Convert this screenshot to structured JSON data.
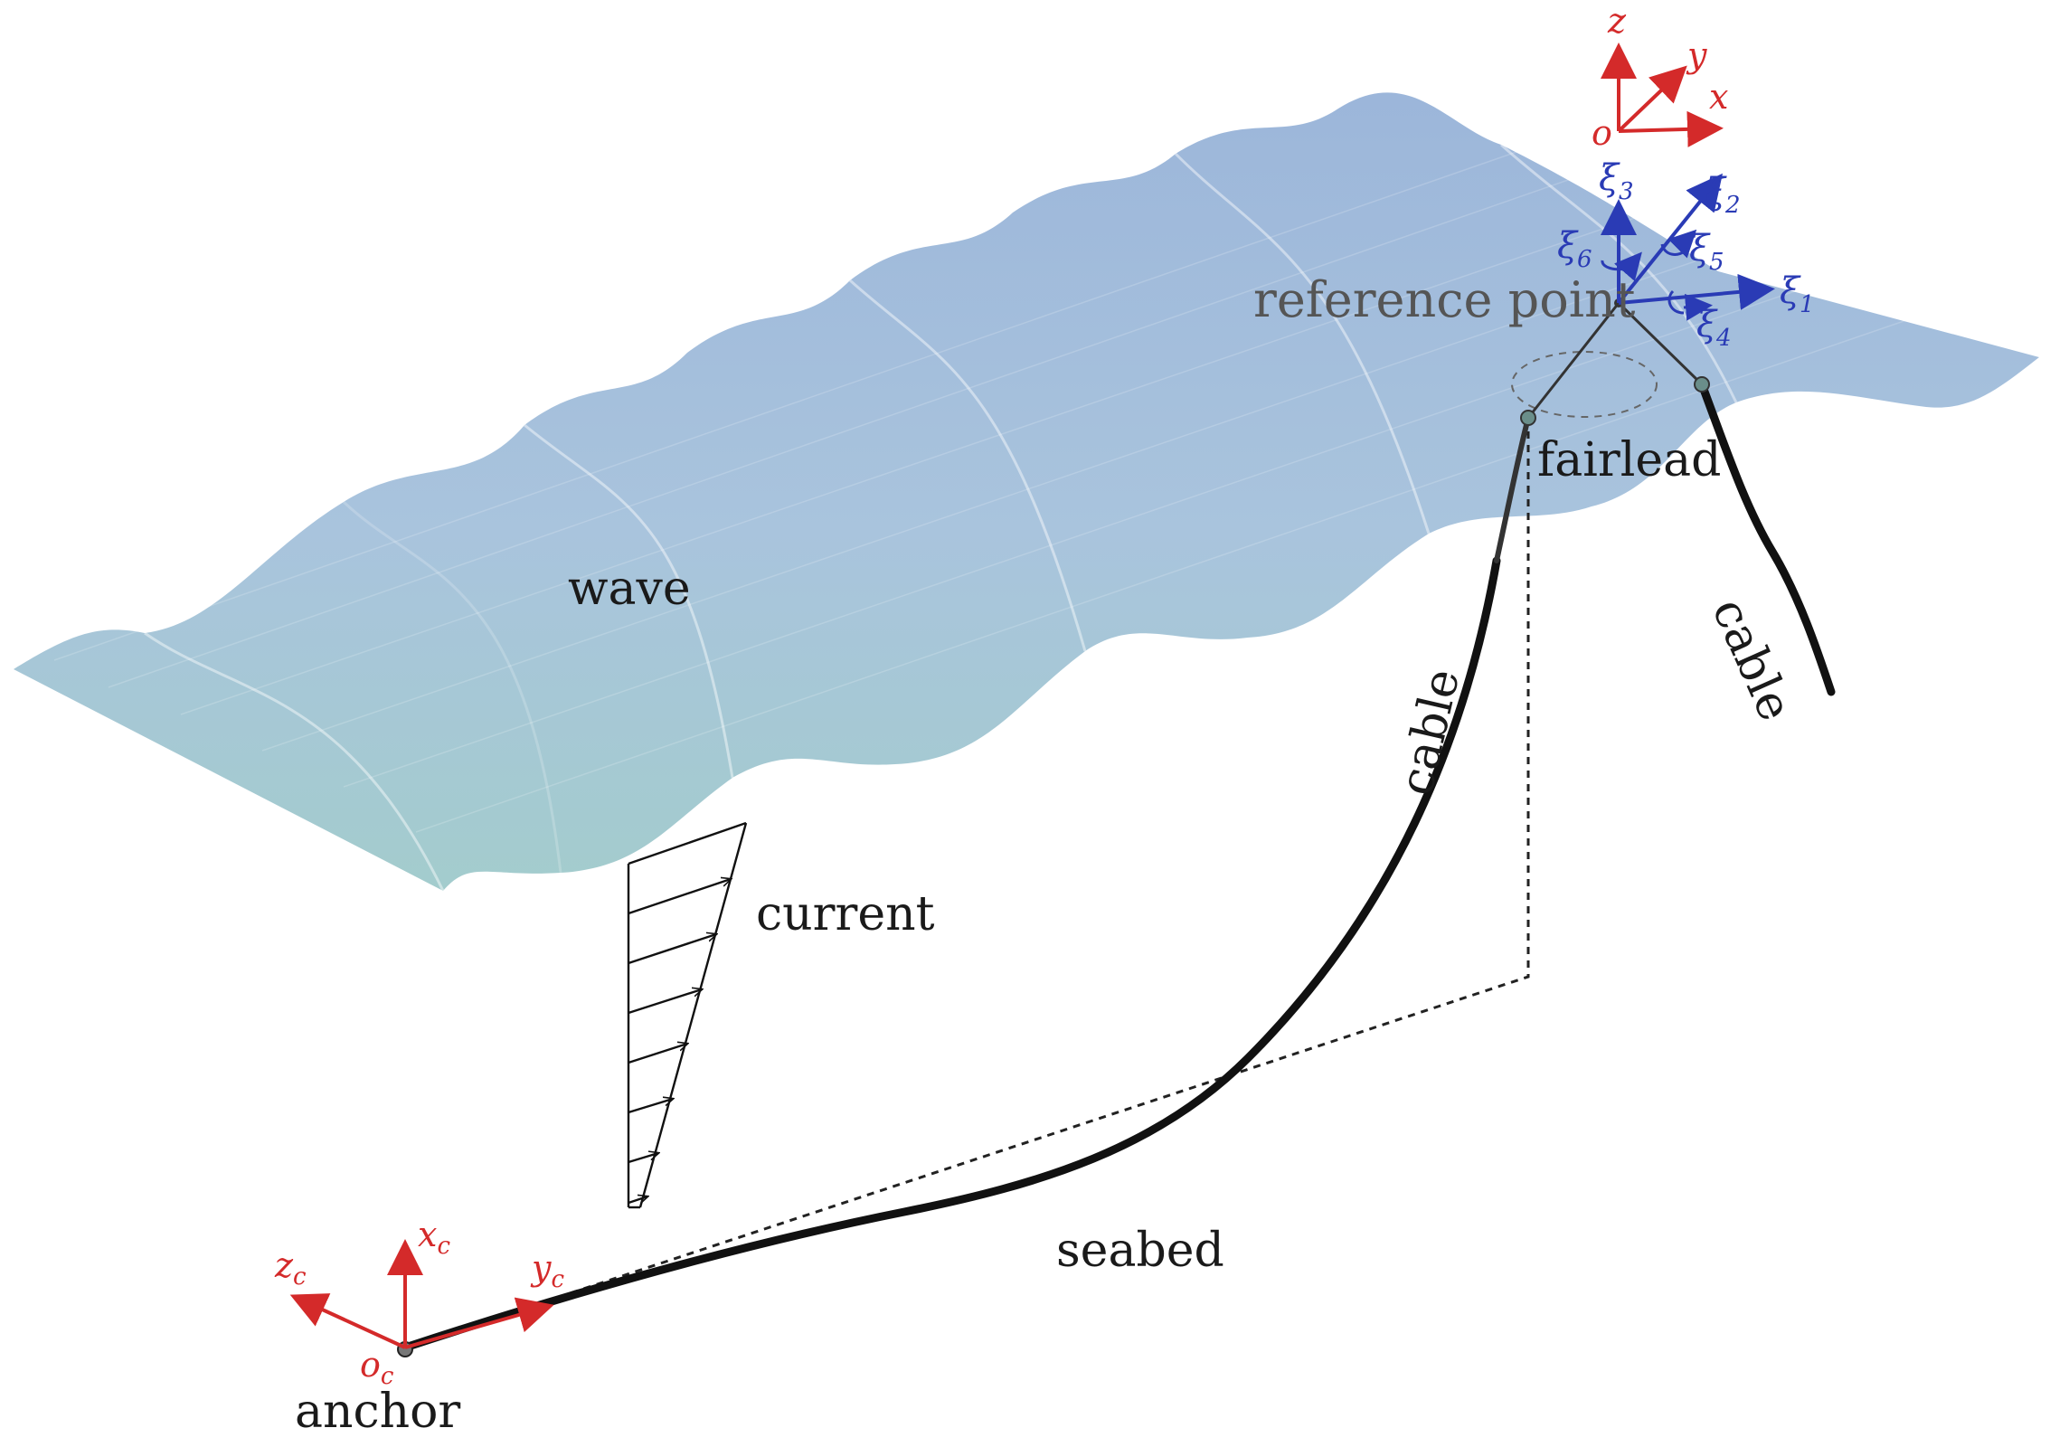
{
  "labels": {
    "wave": "wave",
    "current": "current",
    "cable_main": "cable",
    "cable_right": "cable",
    "seabed": "seabed",
    "anchor": "anchor",
    "fairlead": "fairlead",
    "reference_point": "reference point"
  },
  "global_frame": {
    "origin": "o",
    "x": "x",
    "y": "y",
    "z": "z"
  },
  "body_dofs": {
    "xi": "ξ",
    "subs": [
      "1",
      "2",
      "3",
      "4",
      "5",
      "6"
    ]
  },
  "anchor_frame": {
    "origin": "o",
    "x": "x",
    "y": "y",
    "z": "z",
    "sub": "c"
  },
  "colors": {
    "red_axes": "#d42a2a",
    "blue_axes": "#2a3bb5",
    "cable": "#111111",
    "wave_top": "#9db8dc",
    "wave_bottom": "#a8cfcf"
  }
}
